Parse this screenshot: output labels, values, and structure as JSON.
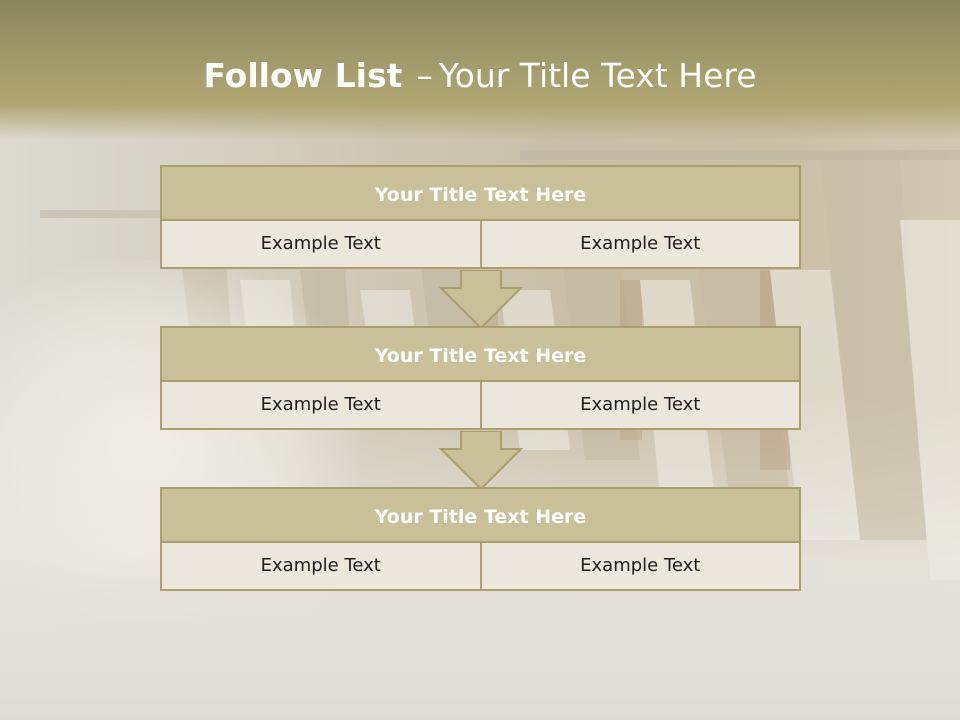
{
  "slide": {
    "title_bold": "Follow List",
    "title_separator": "–",
    "title_rest": "Your Title Text Here"
  },
  "blocks": [
    {
      "title": "Your Title Text Here",
      "left": "Example Text",
      "right": "Example Text"
    },
    {
      "title": "Your Title Text Here",
      "left": "Example Text",
      "right": "Example Text"
    },
    {
      "title": "Your Title Text Here",
      "left": "Example Text",
      "right": "Example Text"
    }
  ],
  "colors": {
    "header": "#9e9768",
    "block_title_fill": "#c9c09a",
    "cell_fill": "#ebe7dc",
    "border": "#a99e6c",
    "arrow_fill": "#c9c09a"
  }
}
